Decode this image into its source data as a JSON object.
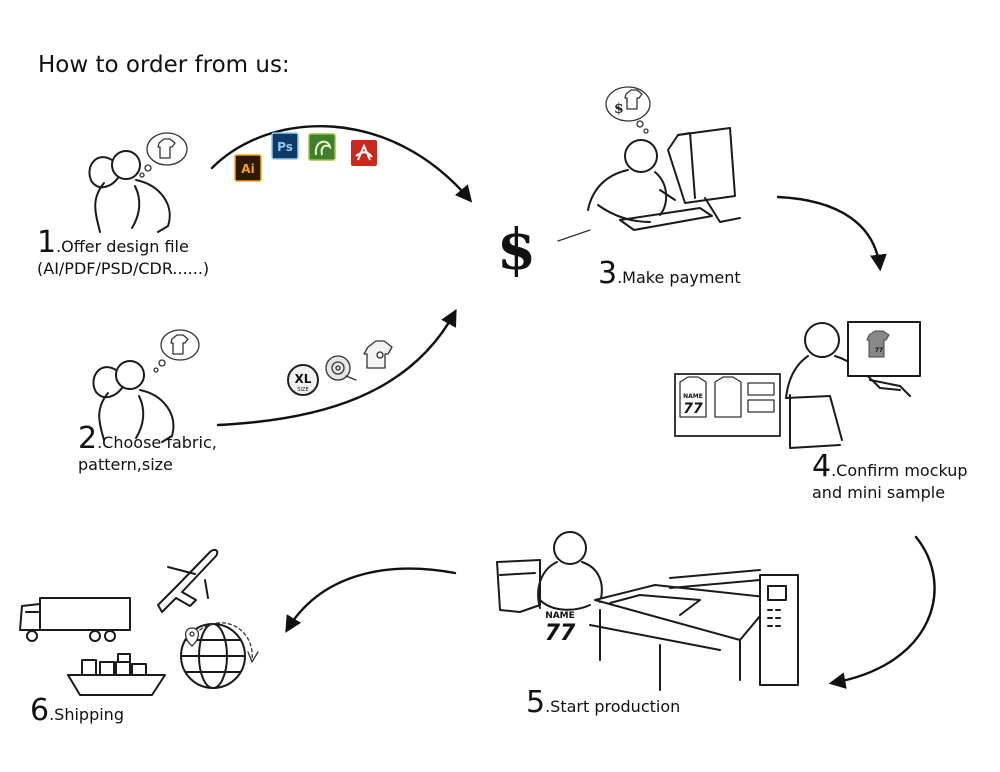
{
  "title": "How to order from us:",
  "steps": [
    {
      "num": "1",
      "line1": ".Offer design file",
      "line2": "(AI/PDF/PSD/CDR......)"
    },
    {
      "num": "2",
      "line1": ".Choose fabric,",
      "line2": "pattern,size"
    },
    {
      "num": "3",
      "line1": ".Make payment",
      "line2": ""
    },
    {
      "num": "4",
      "line1": ".Confirm mockup",
      "line2": "and mini sample"
    },
    {
      "num": "5",
      "line1": ".Start production",
      "line2": ""
    },
    {
      "num": "6",
      "line1": ".Shipping",
      "line2": ""
    }
  ],
  "currency_symbol": "$",
  "software_badges": {
    "ai": {
      "label": "Ai",
      "color": "#f7a21c",
      "bg": "#2b1a05"
    },
    "ps": {
      "label": "Ps",
      "color": "#8ecbf2",
      "bg": "#0f3b66"
    },
    "cdr": {
      "label": "",
      "color": "#9ac43a",
      "bg": "#3f7e2e"
    },
    "pdf": {
      "label": "",
      "color": "#ffffff",
      "bg": "#c8281e"
    }
  },
  "size_badge": {
    "label": "XL",
    "sub": "SIZE"
  },
  "jersey": {
    "name": "NAME",
    "number": "77"
  },
  "icons": [
    "thought-bubble-shirt-icon",
    "thought-bubble-money-shirt-icon",
    "fabric-roll-icon",
    "shirt-icon",
    "airplane-icon",
    "truck-icon",
    "cargo-ship-icon",
    "globe-icon",
    "location-pin-icon"
  ]
}
